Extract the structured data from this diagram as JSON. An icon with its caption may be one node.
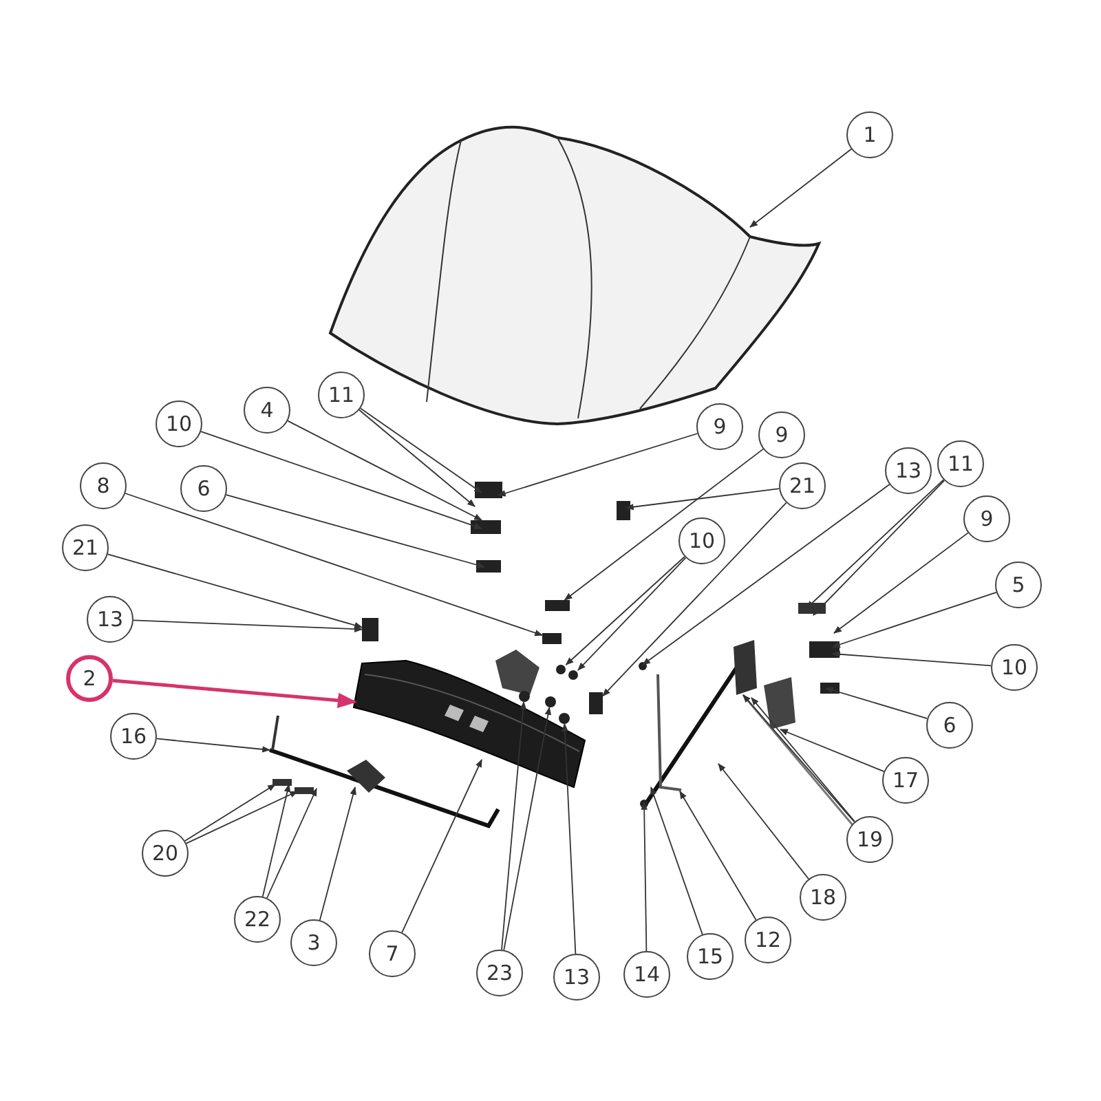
{
  "diagram": {
    "nodes": [
      {
        "text": [
          "1"
        ]
      },
      {
        "text": [],
        "shape": "picture"
      },
      {
        "text": [
          "11"
        ]
      },
      {
        "text": [
          "4"
        ]
      },
      {
        "text": [
          "9"
        ]
      },
      {
        "text": [
          "10"
        ]
      },
      {
        "text": [
          "9"
        ]
      },
      {
        "text": [
          "11"
        ]
      },
      {
        "text": [
          "13"
        ]
      },
      {
        "text": [
          "8"
        ]
      },
      {
        "text": [
          "6"
        ]
      },
      {
        "text": [
          "21"
        ]
      },
      {
        "text": [
          "9"
        ]
      },
      {
        "text": [
          "10"
        ]
      },
      {
        "text": [
          "21"
        ]
      },
      {
        "text": [
          "5"
        ]
      },
      {
        "text": [
          "13"
        ]
      },
      {
        "text": [
          "10"
        ]
      },
      {
        "text": [
          "2"
        ]
      },
      {
        "text": [],
        "shape": "picture"
      },
      {
        "text": [
          "6"
        ]
      },
      {
        "text": [
          "16"
        ]
      },
      {
        "text": [
          "17"
        ]
      },
      {
        "text": [
          "19"
        ]
      },
      {
        "text": [
          "20"
        ]
      },
      {
        "text": [
          "18"
        ]
      },
      {
        "text": [
          "22"
        ]
      },
      {
        "text": [
          "12"
        ]
      },
      {
        "text": [
          "3"
        ]
      },
      {
        "text": [
          "7"
        ]
      },
      {
        "text": [
          "15"
        ]
      },
      {
        "text": [
          "23"
        ]
      },
      {
        "text": [
          "14"
        ]
      },
      {
        "text": [
          "13"
        ]
      },
      {
        "text": [],
        "shape": "box"
      },
      {
        "text": [],
        "shape": "box"
      },
      {
        "text": [],
        "shape": "circle"
      },
      {
        "text": [],
        "shape": "circle"
      },
      {
        "text": [],
        "shape": "circle"
      },
      {
        "text": [],
        "shape": "circle"
      },
      {
        "text": [],
        "shape": "circle"
      },
      {
        "text": [],
        "shape": "box"
      },
      {
        "text": [],
        "shape": "box"
      }
    ],
    "edges": [
      {
        "from": 0,
        "to": 1,
        "arrow": "to"
      },
      {
        "from": 2,
        "to": null,
        "arrow": "to"
      },
      {
        "from": 2,
        "to": null,
        "arrow": "to"
      },
      {
        "from": 3,
        "to": null,
        "arrow": "to"
      },
      {
        "from": 4,
        "to": null,
        "arrow": "to"
      },
      {
        "from": 5,
        "to": null,
        "arrow": "to"
      },
      {
        "from": 6,
        "to": 42,
        "arrow": "to"
      },
      {
        "from": 7,
        "to": null,
        "arrow": "to"
      },
      {
        "from": 7,
        "to": null,
        "arrow": "to"
      },
      {
        "from": 8,
        "to": null,
        "arrow": "to"
      },
      {
        "from": 9,
        "to": 41,
        "arrow": "to"
      },
      {
        "from": 10,
        "to": null,
        "arrow": "to"
      },
      {
        "from": 11,
        "to": null,
        "arrow": "to"
      },
      {
        "from": 11,
        "to": 35,
        "arrow": "to"
      },
      {
        "from": 12,
        "to": null,
        "arrow": "to"
      },
      {
        "from": 13,
        "to": 39,
        "arrow": "to"
      },
      {
        "from": 13,
        "to": 40,
        "arrow": "to"
      },
      {
        "from": 14,
        "to": 34,
        "arrow": "to"
      },
      {
        "from": 15,
        "to": null,
        "arrow": "to"
      },
      {
        "from": 16,
        "to": 34,
        "arrow": "to"
      },
      {
        "from": 17,
        "to": null,
        "arrow": "to"
      },
      {
        "from": 18,
        "to": 19,
        "arrow": "to",
        "style": "thick",
        "color": "#d6336c"
      },
      {
        "from": 20,
        "to": null,
        "arrow": "to"
      },
      {
        "from": 21,
        "to": null,
        "arrow": "to"
      },
      {
        "from": 22,
        "to": null,
        "arrow": "to"
      },
      {
        "from": 23,
        "to": null,
        "arrow": "to"
      },
      {
        "from": 23,
        "to": null,
        "arrow": "to"
      },
      {
        "from": 24,
        "to": null,
        "arrow": "to"
      },
      {
        "from": 24,
        "to": null,
        "arrow": "to"
      },
      {
        "from": 25,
        "to": null,
        "arrow": "to"
      },
      {
        "from": 26,
        "to": null,
        "arrow": "to"
      },
      {
        "from": 26,
        "to": null,
        "arrow": "to"
      },
      {
        "from": 27,
        "to": null,
        "arrow": "to"
      },
      {
        "from": 28,
        "to": null,
        "arrow": "to"
      },
      {
        "from": 29,
        "to": 19,
        "arrow": "to"
      },
      {
        "from": 30,
        "to": null,
        "arrow": "to"
      },
      {
        "from": 31,
        "to": 36,
        "arrow": "to"
      },
      {
        "from": 31,
        "to": 37,
        "arrow": "to"
      },
      {
        "from": 32,
        "to": null,
        "arrow": "to"
      },
      {
        "from": 33,
        "to": 38,
        "arrow": "to"
      }
    ]
  }
}
